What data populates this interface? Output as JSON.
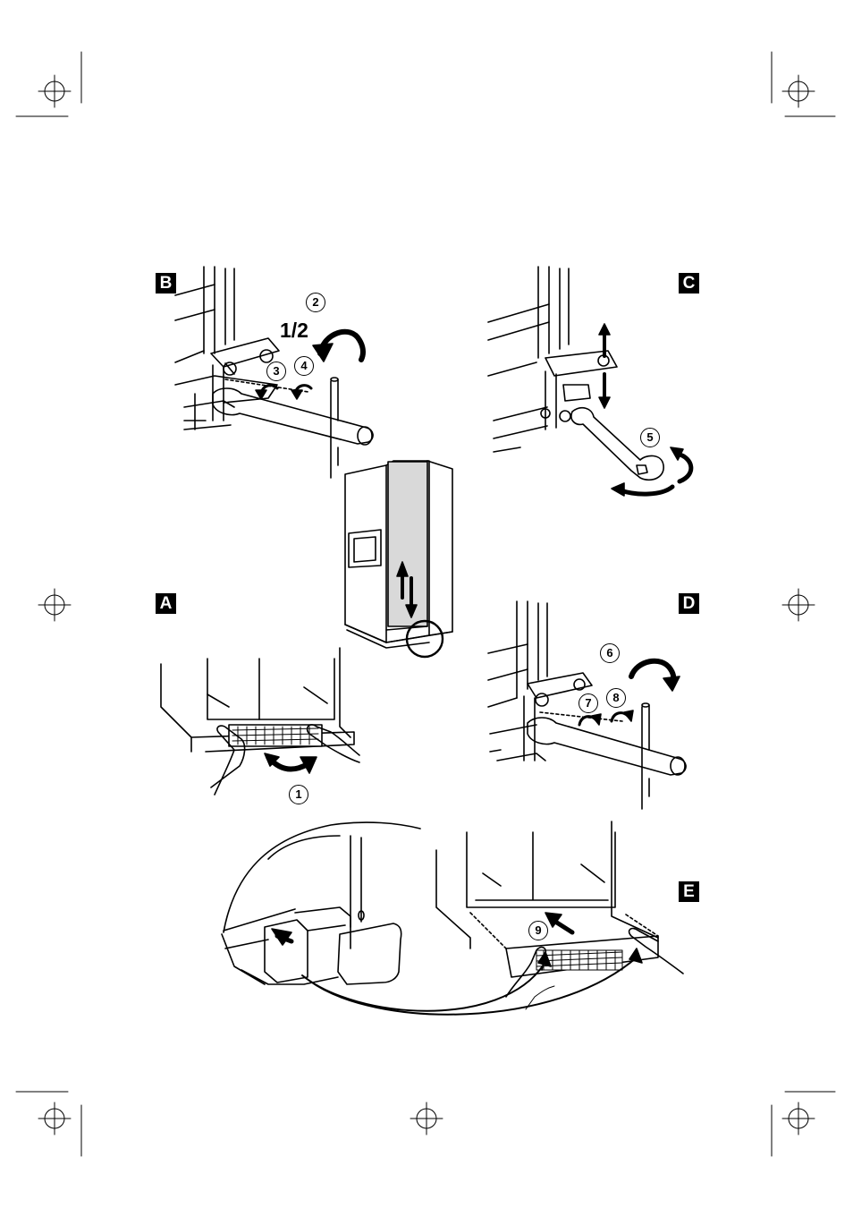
{
  "panels": {
    "a": {
      "tag": "A"
    },
    "b": {
      "tag": "B"
    },
    "c": {
      "tag": "C"
    },
    "d": {
      "tag": "D"
    },
    "e": {
      "tag": "E"
    }
  },
  "steps": [
    "1",
    "2",
    "3",
    "4",
    "5",
    "6",
    "7",
    "8",
    "9"
  ],
  "rotation_label": "1/2",
  "icons": [
    "registration-mark",
    "rotate-arrow",
    "up-down-arrow",
    "hand",
    "wrench"
  ]
}
